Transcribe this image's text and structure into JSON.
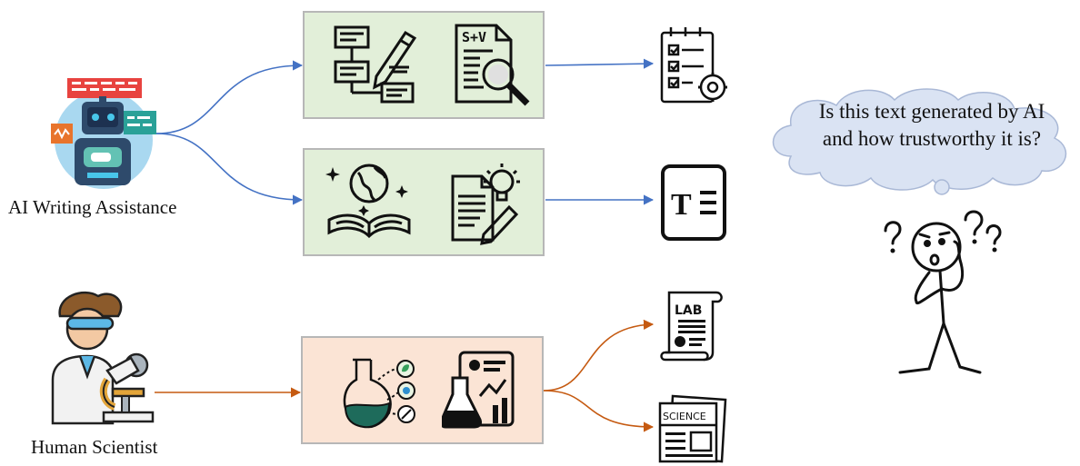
{
  "ai_assistant": {
    "label": "AI Writing Assistance",
    "icon": "robot-writer-icon"
  },
  "human_scientist": {
    "label": "Human Scientist",
    "icon": "scientist-microscope-icon"
  },
  "boxes": {
    "top": {
      "fill": "#e2efd9",
      "icons": [
        "flowchart-pencil-icon",
        "sv-document-magnifier-icon"
      ]
    },
    "middle": {
      "fill": "#e2efd9",
      "icons": [
        "open-book-globe-icon",
        "document-lightbulb-icon"
      ]
    },
    "bottom": {
      "fill": "#fbe4d5",
      "icons": [
        "flask-molecules-icon",
        "lab-report-chart-icon"
      ]
    }
  },
  "outputs": {
    "checklist": {
      "icon": "checklist-gear-icon"
    },
    "text_doc": {
      "icon": "text-document-icon",
      "glyph": "T"
    },
    "lab_report": {
      "icon": "lab-scroll-icon",
      "title": "LAB"
    },
    "science_paper": {
      "icon": "science-newspaper-icon",
      "title": "SCIENCE"
    }
  },
  "thought": {
    "line1": "Is this text generated by AI",
    "line2": "and how trustworthy it is?",
    "fill": "#dae3f3",
    "figure_icon": "confused-stick-figure-icon"
  },
  "colors": {
    "ai_arrow": "#4472c4",
    "human_arrow": "#c55a11"
  }
}
